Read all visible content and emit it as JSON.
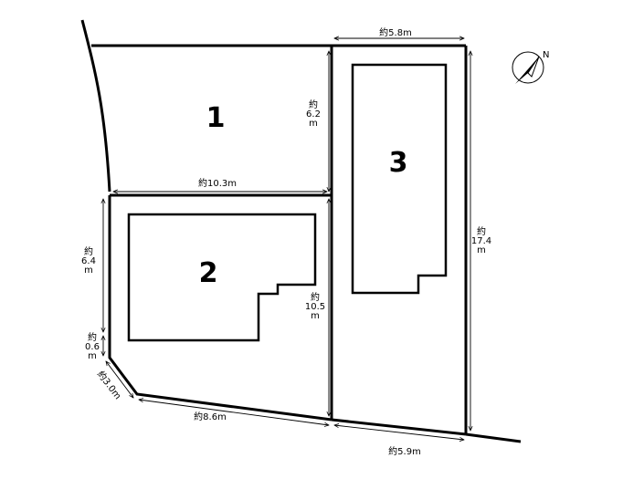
{
  "lots": [
    {
      "id": "lot-1",
      "label": "1"
    },
    {
      "id": "lot-2",
      "label": "2"
    },
    {
      "id": "lot-3",
      "label": "3"
    }
  ],
  "dimensions": {
    "top_width_lot3": "約5.8m",
    "lot1_depth": [
      "約",
      "6.2",
      "m"
    ],
    "boundary_12": "約10.3m",
    "lot2_left": [
      "約",
      "6.4",
      "m"
    ],
    "lot2_left_small": [
      "約",
      "0.6",
      "m"
    ],
    "chamfer": "約3.0m",
    "bottom_lot2": "約8.6m",
    "lot2_right": [
      "約",
      "10.5",
      "m"
    ],
    "lot3_right": [
      "約",
      "17.4",
      "m"
    ],
    "bottom_lot3": "約5.9m"
  },
  "compass": {
    "label": "N"
  },
  "colors": {
    "line": "#000000",
    "background": "#ffffff"
  }
}
